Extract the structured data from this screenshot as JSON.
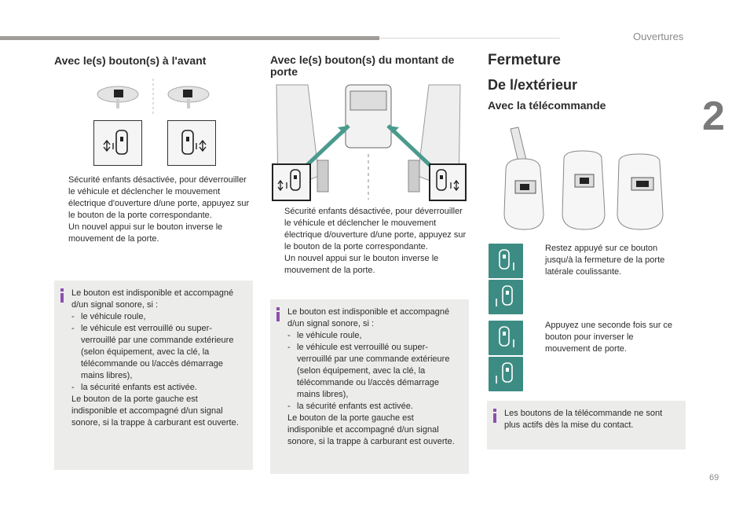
{
  "header": {
    "chapter": "Ouvertures",
    "chapter_number": "2",
    "page_number": "69"
  },
  "col1": {
    "heading": "Avec le(s) bouton(s) à l'avant",
    "bullets": [
      "Sécurité enfants désactivée, pour déverrouiller le véhicule et déclencher le mouvement électrique d'ouverture d/une porte, appuyez sur le bouton de la porte correspondante.",
      "Un nouvel appui sur le bouton inverse le mouvement de la porte."
    ],
    "note": {
      "intro": "Le bouton est indisponible et accompagné d/un signal sonore, si :",
      "items": [
        "le véhicule roule,",
        "le véhicule est verrouillé ou super-verrouillé par une commande extérieure (selon équipement, avec la clé, la télécommande ou l/accès démarrage mains libres),",
        "la sécurité enfants est activée."
      ],
      "outro": "Le bouton de la porte gauche est indisponible et accompagné d/un signal sonore, si la trappe à carburant est ouverte."
    }
  },
  "col2": {
    "heading": "Avec le(s) bouton(s) du montant de porte",
    "bullets": [
      "Sécurité enfants désactivée, pour déverrouiller le véhicule et déclencher le mouvement électrique d/ouverture d/une porte, appuyez sur le bouton de la porte correspondante.",
      "Un nouvel appui sur le bouton inverse le mouvement de la porte."
    ],
    "note": {
      "intro": "Le bouton est indisponible et accompagné d/un signal sonore, si :",
      "items": [
        "le véhicule roule,",
        "le véhicule est verrouillé ou super-verrouillé par une commande extérieure (selon équipement, avec la clé, la télécommande ou l/accès démarrage mains libres),",
        "la sécurité enfants est activée."
      ],
      "outro": "Le bouton de la porte gauche est indisponible et accompagné d/un signal sonore, si la trappe à carburant est ouverte."
    }
  },
  "col3": {
    "heading_main": "Fermeture",
    "heading_sub": "De l/extérieur",
    "heading_sub2": "Avec la télécommande",
    "bullet1": "Restez appuyé sur ce bouton jusqu/à la fermeture de la porte latérale coulissante.",
    "bullet2": "Appuyez une seconde fois sur ce bouton pour inverser le mouvement de porte.",
    "note": "Les boutons de la télécommande ne sont plus actifs dès la mise du contact."
  },
  "bullet_mark": "",
  "colors": {
    "accent": "#8c4fae",
    "tile": "#3d8c84",
    "note_bg": "#ecedea",
    "arrow": "#4a9a8e"
  },
  "icons": [
    "steering-wheel-icon",
    "door-button-icon",
    "van-side-door-icon",
    "remote-key-icon",
    "info-icon"
  ]
}
